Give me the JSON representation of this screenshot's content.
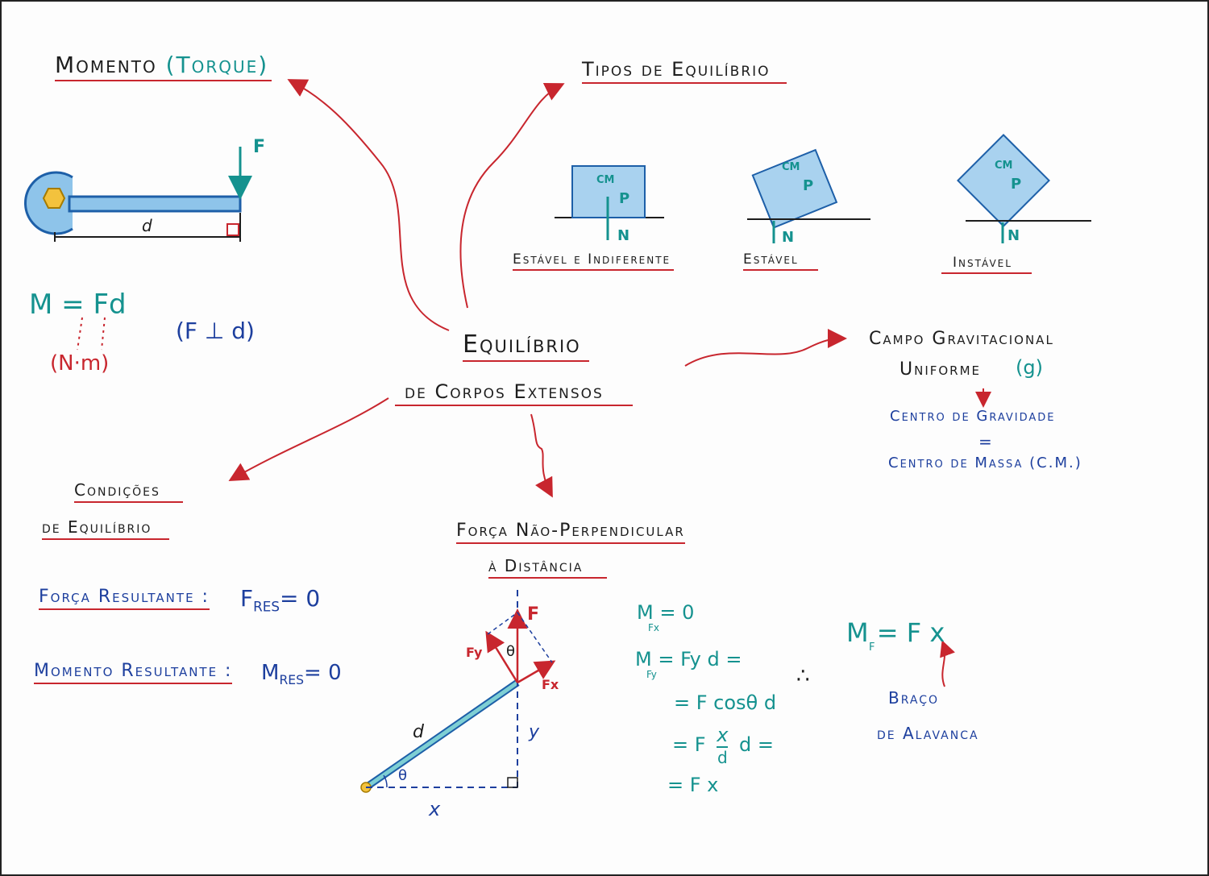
{
  "center": {
    "title": "Equilíbrio",
    "subtitle": "de Corpos Extensos"
  },
  "moment": {
    "title": "Momento",
    "title_paren": "(Torque)",
    "force_label": "F",
    "distance_label": "d",
    "formula": "M = Fd",
    "units": "(N·m)",
    "note": "(F ⊥ d)"
  },
  "types": {
    "title": "Tipos de Equilíbrio",
    "cm_label": "CM",
    "p_label": "P",
    "n_label": "N",
    "items": [
      {
        "label": "Estável e Indiferente"
      },
      {
        "label": "Estável"
      },
      {
        "label": "Instável"
      }
    ]
  },
  "gravity": {
    "line1": "Campo Gravitacional",
    "line2": "Uniforme",
    "g_symbol": "(g)",
    "center_gravity": "Centro de Gravidade",
    "equals": "=",
    "center_mass": "Centro de Massa (C.M.)"
  },
  "conditions": {
    "title_line1": "Condições",
    "title_line2": "de Equilíbrio",
    "force_label": "Força Resultante :",
    "force_formula": "F",
    "force_sub": "RES",
    "force_eq": "= 0",
    "moment_label": "Momento Resultante :",
    "moment_formula": "M",
    "moment_sub": "RES",
    "moment_eq": "= 0"
  },
  "nonperp": {
    "title_line1": "Força Não-Perpendicular",
    "title_line2": "à Distância",
    "f": "F",
    "fy": "Fy",
    "fx": "Fx",
    "theta": "θ",
    "d": "d",
    "x": "x",
    "y": "y",
    "eq1": "M = 0",
    "eq1_sub": "Fx",
    "eq2": "M = Fy d =",
    "eq2_sub": "Fy",
    "eq3": "= F cosθ d",
    "eq4_a": "= F",
    "eq4_num": "x",
    "eq4_den": "d",
    "eq4_b": "d =",
    "eq5": "= F x",
    "therefore": "∴",
    "result": "M = F x",
    "result_sub": "F",
    "lever_line1": "Braço",
    "lever_line2": "de Alavanca"
  }
}
